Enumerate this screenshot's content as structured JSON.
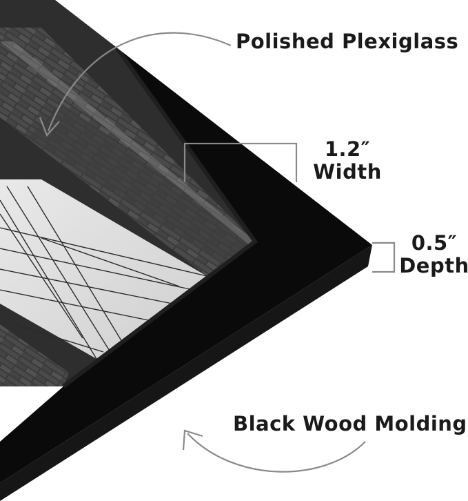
{
  "callouts": {
    "plexiglass": "Polished Plexiglass",
    "width_value": "1.2″",
    "width_label": "Width",
    "depth_value": "0.5″",
    "depth_label": "Depth",
    "molding": "Black Wood Molding"
  },
  "icons": {
    "plexiglass_pointer": "curved-arrow-icon",
    "molding_pointer": "curved-arrow-icon",
    "width_marker": "dimension-bracket-icon",
    "depth_marker": "dimension-bracket-icon"
  },
  "colors": {
    "frame": "#0a0a0a",
    "pointer_stroke": "#8a8a8a",
    "text": "#1a1a1a",
    "background": "#ffffff"
  }
}
